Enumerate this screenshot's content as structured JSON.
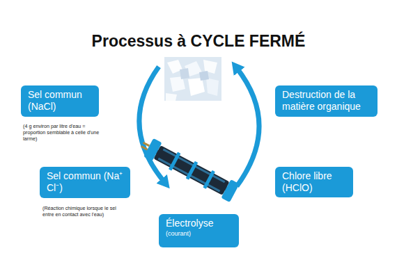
{
  "diagram": {
    "title": "Processus à CYCLE FERMÉ",
    "nodes": [
      {
        "text": [
          "Sel commun (NaCl)"
        ]
      },
      {
        "text": [
          "Sel commun (Na⁺ Cl⁻)"
        ]
      },
      {
        "text": [
          "Électrolyse",
          "(courant)"
        ]
      },
      {
        "text": [
          "Chlore libre (HClO)"
        ]
      },
      {
        "text": [
          "Destruction de la matière organique"
        ]
      }
    ],
    "labels": [
      "(4 g environ par litre d'eau = proportion semblable à celle d'une larme)",
      "(Réaction chimique lorsque le sel entre en contact avec l'eau)"
    ]
  }
}
